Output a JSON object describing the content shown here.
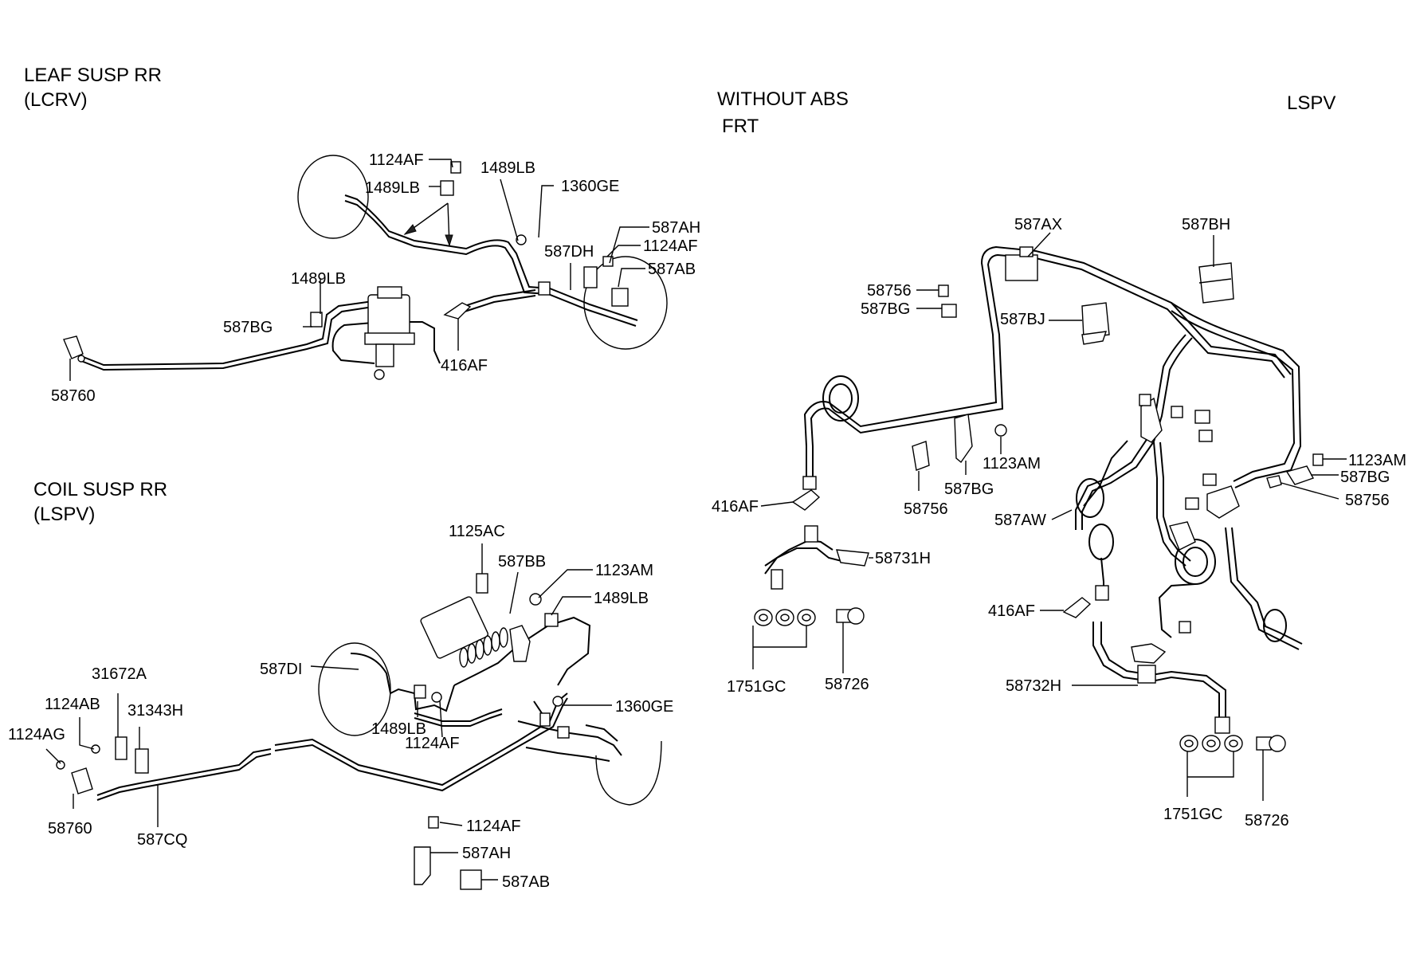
{
  "sections": {
    "leaf": {
      "line1": "LEAF SUSP   RR",
      "line2": "(LCRV)"
    },
    "coil": {
      "line1": "COIL  SUSP  RR",
      "line2": "(LSPV)"
    },
    "front": {
      "line1": "WITHOUT   ABS",
      "line2": "FRT"
    },
    "lspv": {
      "line1": "LSPV"
    }
  },
  "labels": {
    "leaf": {
      "p1124AF_a": "1124AF",
      "p1489LB_a": "1489LB",
      "p1489LB_b": "1489LB",
      "p1360GE": "1360GE",
      "p587AH": "587AH",
      "p587DH": "587DH",
      "p1124AF_b": "1124AF",
      "p587AB": "587AB",
      "p1489LB_c": "1489LB",
      "p587BG": "587BG",
      "p416AF": "416AF",
      "p58760": "58760"
    },
    "coil": {
      "p1125AC": "1125AC",
      "p587BB": "587BB",
      "p1123AM": "1123AM",
      "p1489LB_a": "1489LB",
      "p587DI": "587DI",
      "p31672A": "31672A",
      "p1124AB": "1124AB",
      "p31343H": "31343H",
      "p1124AG": "1124AG",
      "p1360GE": "1360GE",
      "p1489LB_b": "1489LB",
      "p1124AF_a": "1124AF",
      "p58760": "58760",
      "p587CQ": "587CQ",
      "p1124AF_b": "1124AF",
      "p587AH": "587AH",
      "p587AB": "587AB"
    },
    "front": {
      "p587AX": "587AX",
      "p58756_a": "58756",
      "p587BG_a": "587BG",
      "p587BJ": "587BJ",
      "p416AF": "416AF",
      "p58756_b": "58756",
      "p587BG_b": "587BG",
      "p1123AM": "1123AM",
      "p58731H": "58731H",
      "p1751GC": "1751GC",
      "p58726": "58726"
    },
    "lspv": {
      "p587BH": "587BH",
      "p1123AM": "1123AM",
      "p587BG": "587BG",
      "p58756": "58756",
      "p587AW": "587AW",
      "p416AF": "416AF",
      "p58732H": "58732H",
      "p1751GC": "1751GC",
      "p58726": "58726"
    }
  }
}
